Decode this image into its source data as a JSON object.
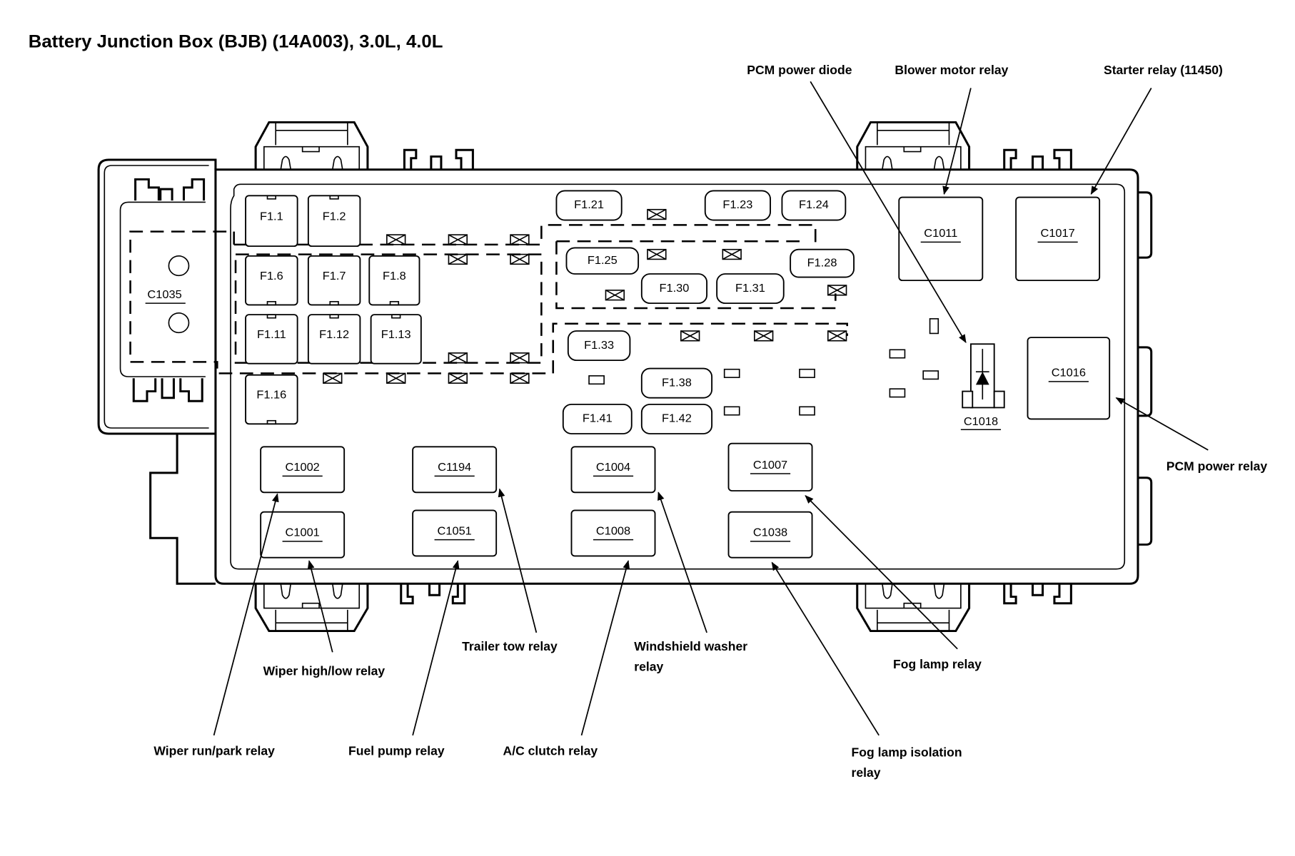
{
  "title": "Battery Junction Box (BJB) (14A003), 3.0L, 4.0L",
  "connector_c1035": "C1035",
  "fuses": [
    {
      "id": "F1.1"
    },
    {
      "id": "F1.2"
    },
    {
      "id": "F1.6"
    },
    {
      "id": "F1.7"
    },
    {
      "id": "F1.8"
    },
    {
      "id": "F1.11"
    },
    {
      "id": "F1.12"
    },
    {
      "id": "F1.13"
    },
    {
      "id": "F1.16"
    },
    {
      "id": "F1.21"
    },
    {
      "id": "F1.23"
    },
    {
      "id": "F1.24"
    },
    {
      "id": "F1.25"
    },
    {
      "id": "F1.28"
    },
    {
      "id": "F1.30"
    },
    {
      "id": "F1.31"
    },
    {
      "id": "F1.33"
    },
    {
      "id": "F1.38"
    },
    {
      "id": "F1.41"
    },
    {
      "id": "F1.42"
    }
  ],
  "relays": [
    {
      "connector": "C1011",
      "name": "Blower motor relay"
    },
    {
      "connector": "C1017",
      "name": "Starter relay (11450)"
    },
    {
      "connector": "C1016",
      "name": "PCM power relay"
    },
    {
      "connector": "C1018",
      "name": "PCM power diode"
    },
    {
      "connector": "C1002",
      "name": "Wiper run/park relay"
    },
    {
      "connector": "C1001",
      "name": "Wiper high/low relay"
    },
    {
      "connector": "C1194",
      "name": "Trailer tow relay"
    },
    {
      "connector": "C1051",
      "name": "Fuel pump relay"
    },
    {
      "connector": "C1004",
      "name": "Windshield washer relay"
    },
    {
      "connector": "C1008",
      "name": "A/C clutch relay"
    },
    {
      "connector": "C1007",
      "name": "Fog lamp relay"
    },
    {
      "connector": "C1038",
      "name": "Fog lamp isolation relay"
    }
  ],
  "callouts": {
    "pcm_power_diode": "PCM power diode",
    "blower_motor_relay": "Blower motor relay",
    "starter_relay": "Starter relay (11450)",
    "pcm_power_relay": "PCM power relay",
    "trailer_tow_relay": "Trailer tow relay",
    "windshield_washer_relay_1": "Windshield washer",
    "windshield_washer_relay_2": "relay",
    "wiper_high_low_relay": "Wiper high/low relay",
    "fog_lamp_relay": "Fog lamp relay",
    "wiper_run_park_relay": "Wiper run/park relay",
    "fuel_pump_relay": "Fuel pump relay",
    "ac_clutch_relay": "A/C clutch relay",
    "fog_lamp_isolation_relay_1": "Fog lamp isolation",
    "fog_lamp_isolation_relay_2": "relay"
  }
}
